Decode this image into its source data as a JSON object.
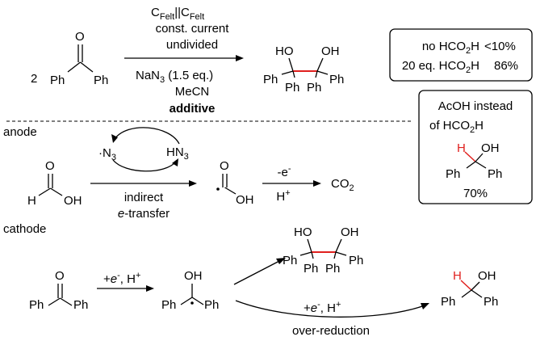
{
  "colors": {
    "ink": "#000000",
    "highlight": "#e0201e",
    "background": "#ffffff"
  },
  "top_reaction": {
    "coefficient": "2",
    "electrodes": {
      "c": "C",
      "felt": "Felt",
      "sep": "||"
    },
    "conditions": [
      "const. current",
      "undivided"
    ],
    "azide": {
      "main": "NaN",
      "sub": "3",
      "rest": " (1.5 eq.)"
    },
    "solvent": "MeCN",
    "additive": "additive",
    "ketone": {
      "o": "O",
      "ph_left": "Ph",
      "ph_right": "Ph"
    },
    "pinacol": {
      "oh_left": "HO",
      "oh_right": "OH",
      "ph": "Ph"
    }
  },
  "results_box": {
    "row1": {
      "label": "no HCO",
      "sub": "2",
      "tail": "H",
      "value": "<10%"
    },
    "row2": {
      "label": "20 eq. HCO",
      "sub": "2",
      "tail": "H",
      "value": "86%"
    }
  },
  "acoh_box": {
    "line1": "AcOH instead",
    "line2": {
      "pre": "of HCO",
      "sub": "2",
      "tail": "H"
    },
    "h": "H",
    "oh": "OH",
    "ph": "Ph",
    "yield": "70%"
  },
  "mechanism": {
    "anode_label": "anode",
    "cathode_label": "cathode",
    "azide_radical": {
      "dot": "·",
      "n": "N",
      "sub": "3"
    },
    "hydrazoic_acid": {
      "main": "HN",
      "sub": "3"
    },
    "formic_acid": {
      "h": "H",
      "o": "O",
      "oh": "OH"
    },
    "indirect": "indirect",
    "transfer": {
      "e": "e",
      "rest": "-transfer"
    },
    "radical": {
      "o": "O",
      "oh": "OH"
    },
    "oxidation": {
      "e": "-e",
      "sup": "-"
    },
    "proton": {
      "h": "H",
      "sup": "+"
    },
    "co2": {
      "main": "CO",
      "sub": "2"
    },
    "reduction": {
      "pre": "+",
      "e": "e",
      "sup": "-",
      "mid": ", H",
      "sup2": "+"
    },
    "ketyl": {
      "oh": "OH",
      "ph": "Ph"
    },
    "over_reduction": "over-reduction"
  }
}
